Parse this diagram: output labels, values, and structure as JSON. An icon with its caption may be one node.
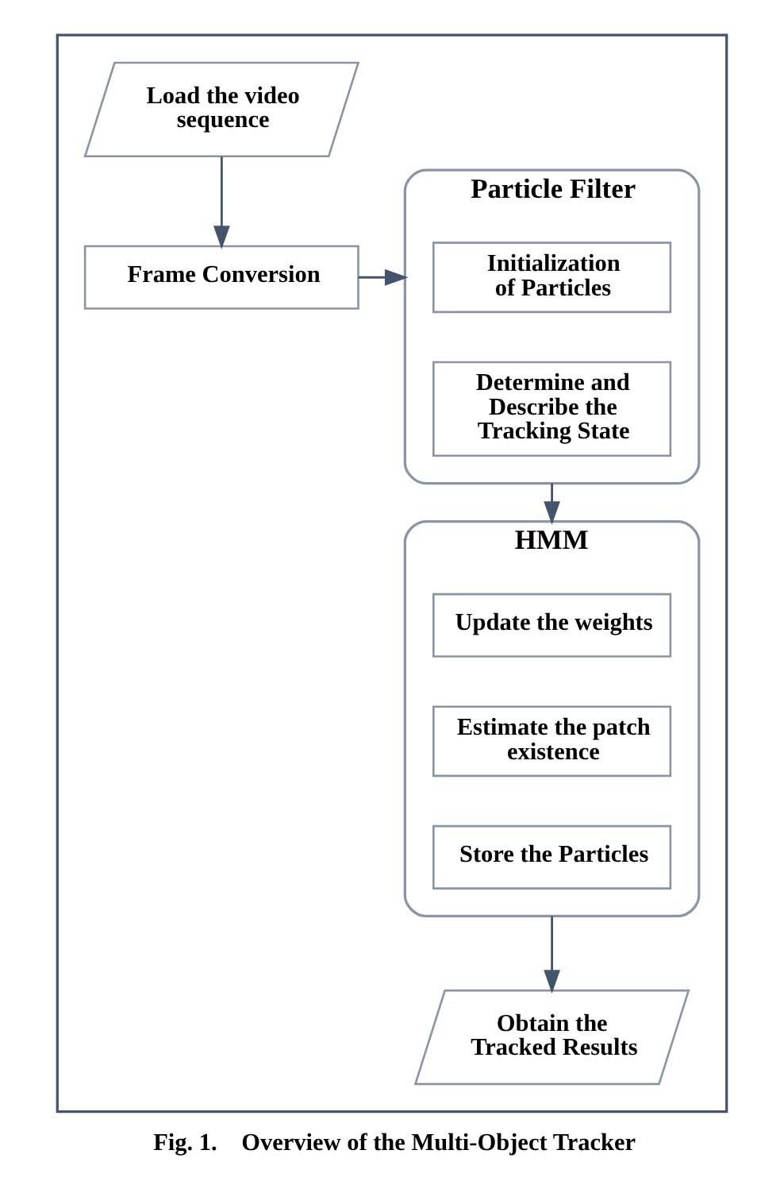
{
  "diagram": {
    "caption": "Fig. 1.    Overview of the Multi-Object Tracker",
    "nodes": [
      {
        "text": [],
        "shape": "box"
      },
      {
        "text": [
          "Load the video sequence"
        ],
        "in": 0
      },
      {
        "text": [
          "Frame Conversion"
        ],
        "in": 0
      },
      {
        "text": [
          "Particle Filter"
        ],
        "in": 0
      },
      {
        "text": [
          "Initialization of Particles"
        ],
        "in": 3
      },
      {
        "text": [
          "Determine and Describe the Tracking State"
        ],
        "in": 3
      },
      {
        "text": [
          "HMM"
        ],
        "in": 0
      },
      {
        "text": [
          "Update the weights"
        ],
        "in": 6
      },
      {
        "text": [
          "Estimate the patch existence"
        ],
        "in": 6
      },
      {
        "text": [
          "Store the Particles"
        ],
        "in": 6
      },
      {
        "text": [
          "Obtain the Tracked Results"
        ],
        "in": 0
      }
    ],
    "edges": [
      {
        "from": 1,
        "to": 2,
        "arrow": "to"
      },
      {
        "from": 2,
        "to": 3,
        "arrow": "to"
      },
      {
        "from": 3,
        "to": 6,
        "arrow": "to"
      },
      {
        "from": 6,
        "to": 10,
        "arrow": "to"
      }
    ]
  }
}
